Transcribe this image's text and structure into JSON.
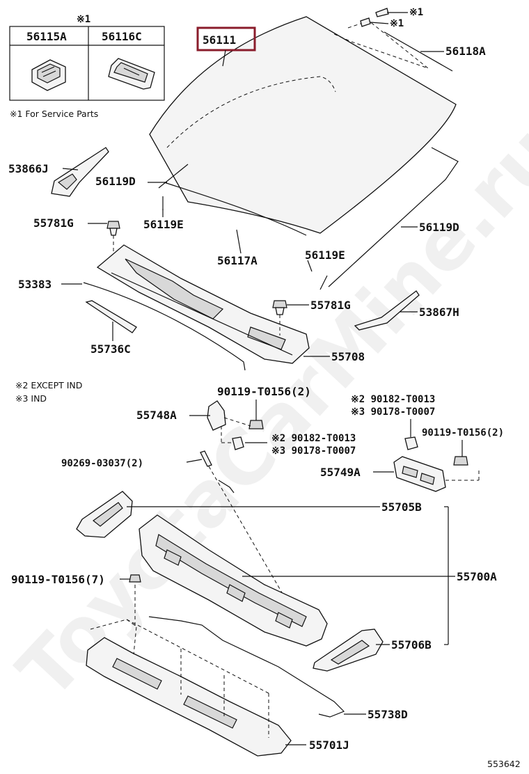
{
  "inset": {
    "marker": "※1",
    "part_left": "56115A",
    "part_right": "56116C",
    "footnote": "※1 For Service Parts"
  },
  "notes": {
    "except_ind": "※2 EXCEPT IND",
    "ind": "※3 IND"
  },
  "parts": {
    "windshield": "56111",
    "molding_top": "56118A",
    "mark_1a": "※1",
    "mark_1b": "※1",
    "louver_left_end": "53866J",
    "molding_side_left": "56119D",
    "molding_side_left_e": "56119E",
    "clip_left": "55781G",
    "molding_lower": "56117A",
    "molding_side_right_e": "56119E",
    "molding_side_right": "56119D",
    "seal_louver": "53383",
    "clip_right": "55781G",
    "louver_right_end": "53867H",
    "seal_strip": "55736C",
    "cowl_louver": "55708",
    "bolt_upper": "90119-T0156(2)",
    "bracket_left": "55748A",
    "nut_left_2": "※2 90182-T0013",
    "nut_left_3": "※3 90178-T0007",
    "screw": "90269-03037(2)",
    "nut_right_2": "※2 90182-T0013",
    "nut_right_3": "※3 90178-T0007",
    "bolt_right": "90119-T0156(2)",
    "bracket_right": "55749A",
    "brace_left": "55705B",
    "cowl_panel": "55700A",
    "bolt_lower": "90119-T0156(7)",
    "brace_right": "55706B",
    "cowl_lower": "55701J",
    "seal_lower": "55738D"
  },
  "illustration_code": "553642",
  "watermark": "ToyotaCarMine.ru",
  "colors": {
    "highlight_box": "#8a1c2b",
    "ink": "#111111"
  }
}
